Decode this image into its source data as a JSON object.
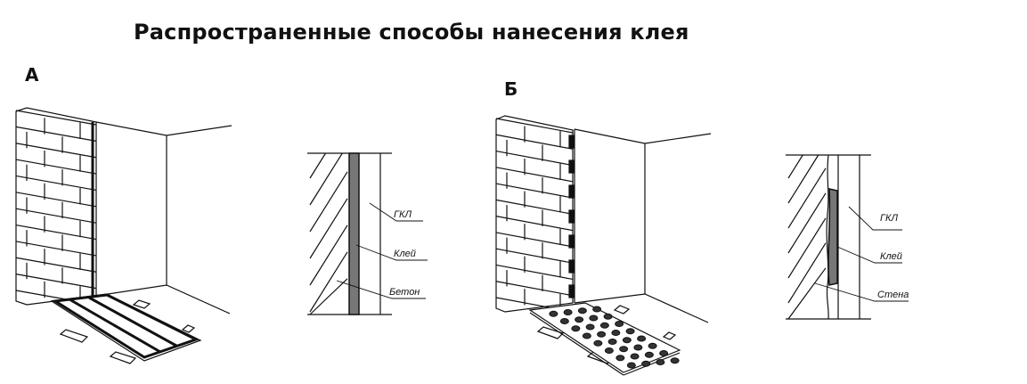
{
  "title": "Распространенные способы нанесения клея",
  "figures": [
    {
      "letter": "А",
      "labels": {
        "board": "ГКЛ",
        "glue": "Клей",
        "base": "Бетон"
      }
    },
    {
      "letter": "Б",
      "labels": {
        "board": "ГКЛ",
        "glue": "Клей",
        "base": "Стена"
      }
    }
  ],
  "colors": {
    "ink": "#111111",
    "background": "#ffffff"
  }
}
